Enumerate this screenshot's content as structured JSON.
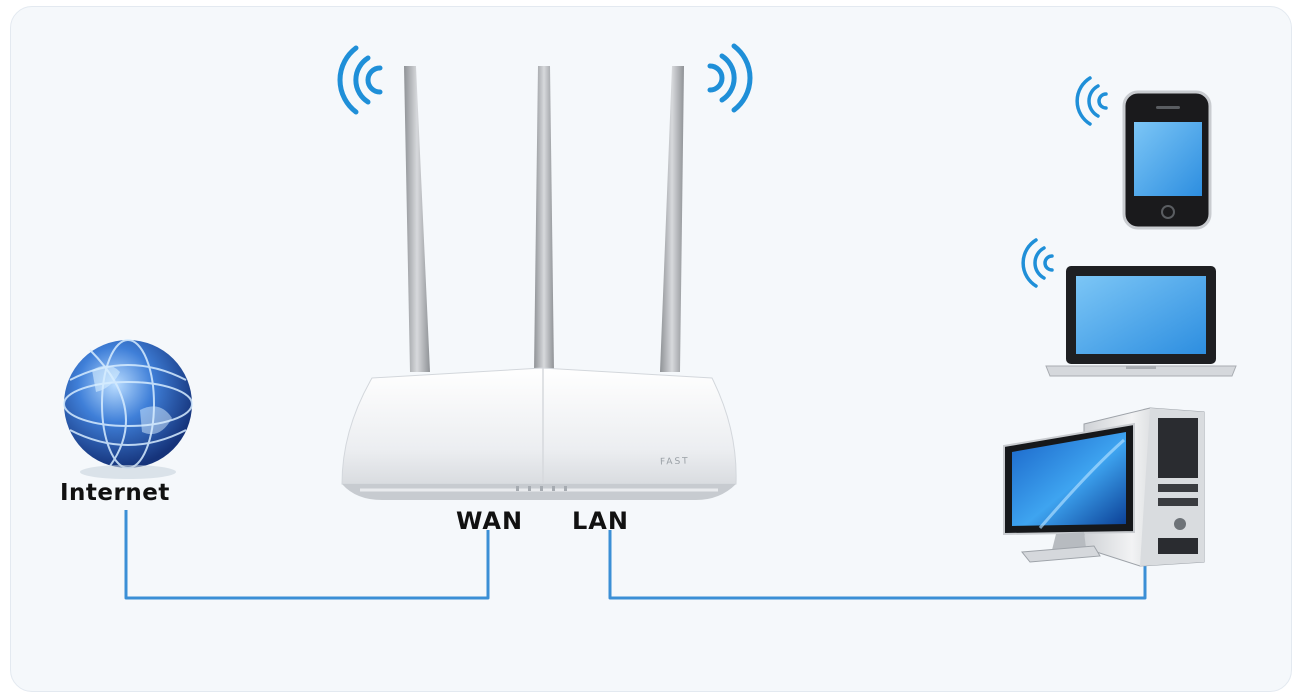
{
  "labels": {
    "internet": "Internet",
    "wan": "WAN",
    "lan": "LAN",
    "router_brand": "FAST"
  },
  "colors": {
    "cable": "#3b8fd6",
    "wifi_signal": "#1f8fd8",
    "router_body": "#f2f3f5",
    "screen": "#3aa0e6",
    "globe": "#2a5fb5"
  },
  "icons": {
    "internet": "globe-icon",
    "router": "router-icon",
    "phone": "smartphone-icon",
    "laptop": "laptop-icon",
    "desktop": "desktop-computer-icon",
    "wifi": "wifi-signal-icon"
  }
}
